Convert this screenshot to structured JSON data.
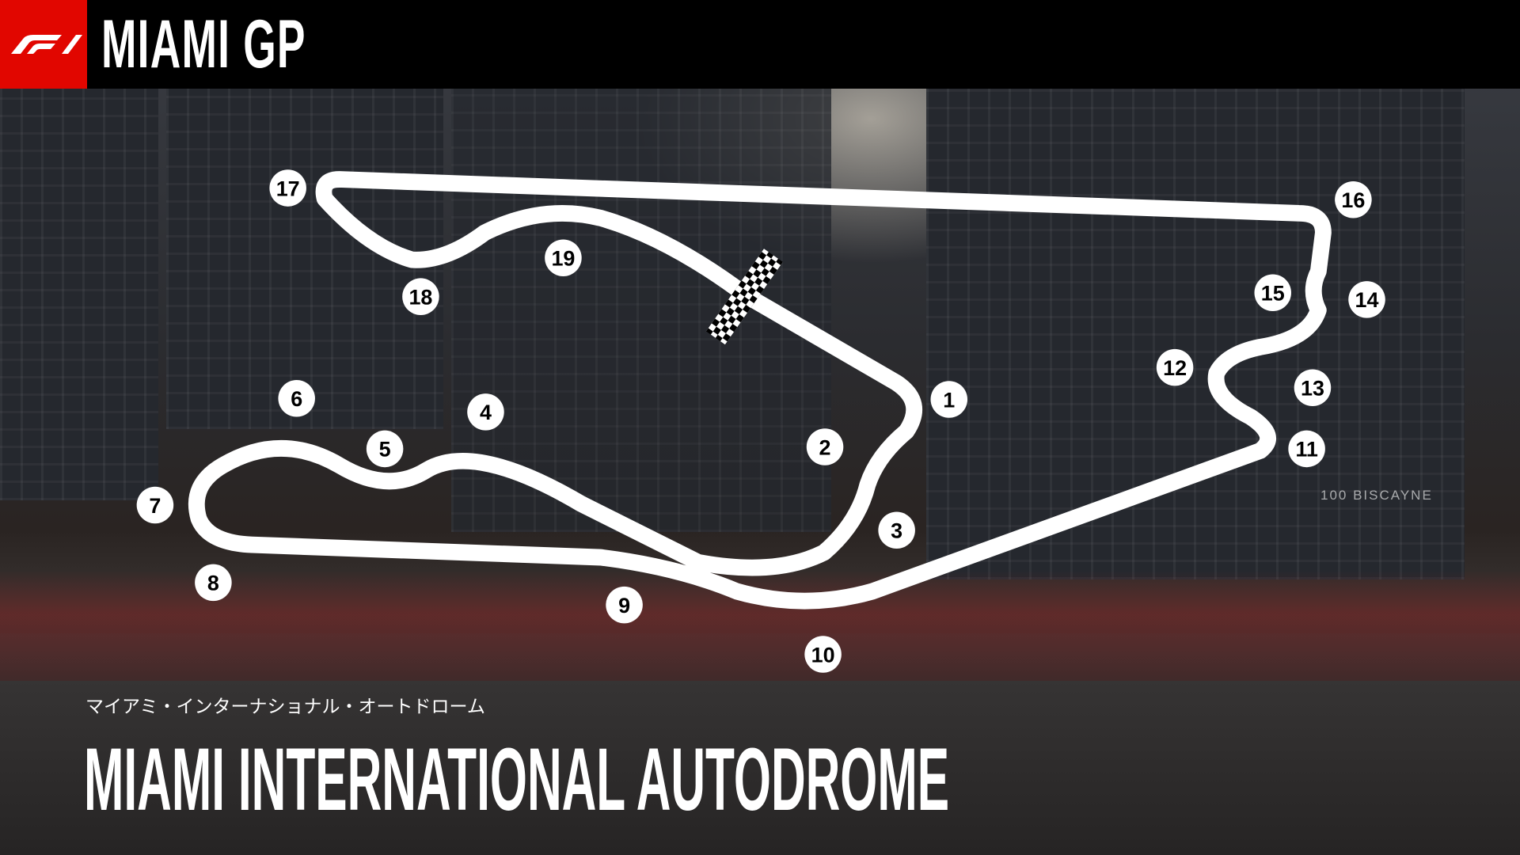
{
  "header": {
    "logo": "F1",
    "title": "MIAMI GP"
  },
  "circuit": {
    "name_japanese": "マイアミ・インターナショナル・オートドローム",
    "name": "MIAMI INTERNATIONAL AUTODROME",
    "turns": [
      "1",
      "2",
      "3",
      "4",
      "5",
      "6",
      "7",
      "8",
      "9",
      "10",
      "11",
      "12",
      "13",
      "14",
      "15",
      "16",
      "17",
      "18",
      "19"
    ]
  },
  "background": {
    "building_sign": "100 BISCAYNE"
  },
  "colors": {
    "brand_red": "#e10600",
    "track": "#ffffff",
    "header": "#000000"
  }
}
